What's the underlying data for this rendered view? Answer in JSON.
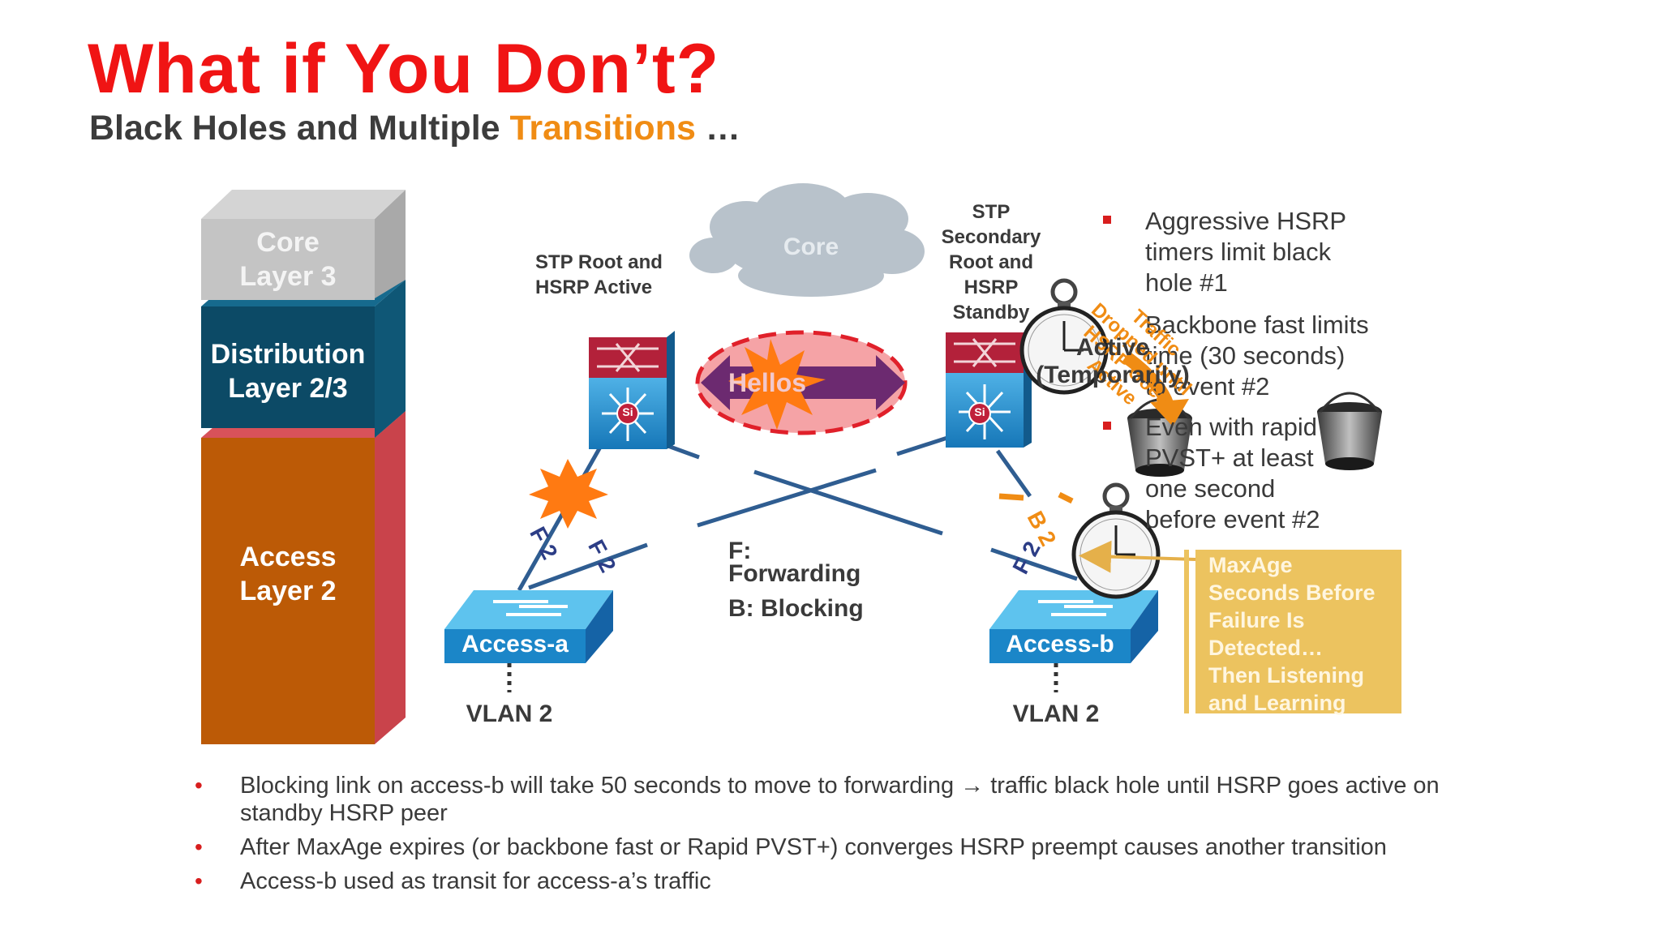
{
  "title": "What if You Don’t?",
  "subtitle": {
    "main": "Black Holes and Multiple ",
    "highlight": "Transitions",
    "tail": " …"
  },
  "layers": {
    "core": "Core\nLayer 3",
    "distribution": "Distribution\nLayer 2/3",
    "access": "Access\nLayer 2"
  },
  "cloud_label": "Core",
  "stp_root_label": "STP Root and\nHSRP Active",
  "stp_secondary_label": "STP\nSecondary\nRoot and\nHSRP\nStandby",
  "hellos_label": "Hellos",
  "switch_icon_text": "Si",
  "access_a_label": "Access-a",
  "access_b_label": "Access-b",
  "vlan_a": "VLAN 2",
  "vlan_b": "VLAN 2",
  "port_labels": {
    "a_left": "F 2",
    "a_right": "F 2",
    "b_left": "F 2",
    "b_right": "B 2"
  },
  "legend": {
    "forwarding": "F:\nForwarding",
    "blocking": "B: Blocking"
  },
  "traffic_dropped": "Traffic\nDropped until\nHSRP Goes\nActive",
  "active_temp": "Active\n(Temporarily)",
  "side_bullets": [
    "Aggressive HSRP\ntimers limit black\nhole #1",
    "Backbone fast limits\ntime (30 seconds)\nto event #2",
    "Even with rapid\nPVST+ at least\none second\nbefore event #2"
  ],
  "maxage_text": "MaxAge\nSeconds Before\nFailure Is\nDetected…\nThen Listening\nand Learning",
  "bottom_bullets": [
    "Blocking link on access-b will take 50 seconds to move to forwarding → traffic black hole until HSRP goes active on standby HSRP peer",
    "After MaxAge expires (or backbone fast or Rapid PVST+) converges HSRP preempt causes another transition",
    "Access-b used as transit for access-a’s traffic"
  ],
  "colors": {
    "title": "#f01414",
    "highlight": "#f08c14",
    "core_layer": "#c4c4c4",
    "distribution_layer": "#0c4a66",
    "access_layer": "#bc5a06",
    "access_side": "#c9434b",
    "switch_blue": "#1b86c8",
    "switch_red": "#b3213a",
    "link": "#2f5d91",
    "maxage_box": "#ecc35f"
  },
  "icons": [
    "core-cloud-icon",
    "multilayer-switch-icon",
    "access-switch-icon",
    "stopwatch-icon",
    "bucket-icon",
    "explosion-icon"
  ]
}
